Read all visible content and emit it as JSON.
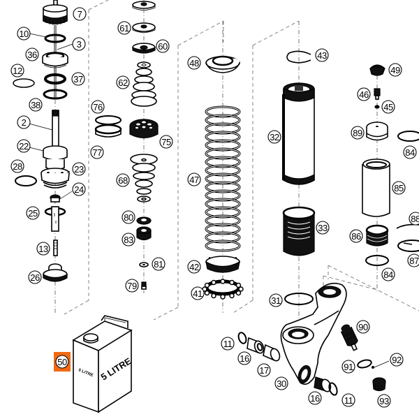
{
  "diagram": {
    "title": "Shock absorber exploded parts diagram",
    "highlight_color": "#f26a12",
    "highlighted_part": "50",
    "can_label_front": "5 LITRE",
    "can_label_side": "5 LITRE",
    "callouts": [
      {
        "id": "7",
        "label": "7"
      },
      {
        "id": "10",
        "label": "10"
      },
      {
        "id": "3",
        "label": "3"
      },
      {
        "id": "36",
        "label": "36"
      },
      {
        "id": "12",
        "label": "12"
      },
      {
        "id": "37",
        "label": "37"
      },
      {
        "id": "38",
        "label": "38"
      },
      {
        "id": "2",
        "label": "2"
      },
      {
        "id": "22",
        "label": "22"
      },
      {
        "id": "28",
        "label": "28"
      },
      {
        "id": "23",
        "label": "23"
      },
      {
        "id": "24",
        "label": "24"
      },
      {
        "id": "25",
        "label": "25"
      },
      {
        "id": "13",
        "label": "13"
      },
      {
        "id": "26",
        "label": "26"
      },
      {
        "id": "61",
        "label": "61"
      },
      {
        "id": "60",
        "label": "60"
      },
      {
        "id": "62",
        "label": "62"
      },
      {
        "id": "76",
        "label": "76"
      },
      {
        "id": "77",
        "label": "77"
      },
      {
        "id": "75",
        "label": "75"
      },
      {
        "id": "68",
        "label": "68"
      },
      {
        "id": "80",
        "label": "80"
      },
      {
        "id": "83",
        "label": "83"
      },
      {
        "id": "81",
        "label": "81"
      },
      {
        "id": "79",
        "label": "79"
      },
      {
        "id": "48",
        "label": "48"
      },
      {
        "id": "47",
        "label": "47"
      },
      {
        "id": "42",
        "label": "42"
      },
      {
        "id": "41",
        "label": "41"
      },
      {
        "id": "43",
        "label": "43"
      },
      {
        "id": "32",
        "label": "32"
      },
      {
        "id": "33",
        "label": "33"
      },
      {
        "id": "31",
        "label": "31"
      },
      {
        "id": "49",
        "label": "49"
      },
      {
        "id": "46",
        "label": "46"
      },
      {
        "id": "45",
        "label": "45"
      },
      {
        "id": "89",
        "label": "89"
      },
      {
        "id": "84a",
        "label": "84"
      },
      {
        "id": "85",
        "label": "85"
      },
      {
        "id": "88",
        "label": "88"
      },
      {
        "id": "86",
        "label": "86"
      },
      {
        "id": "87",
        "label": "87"
      },
      {
        "id": "84b",
        "label": "84"
      },
      {
        "id": "90",
        "label": "90"
      },
      {
        "id": "92",
        "label": "92"
      },
      {
        "id": "91",
        "label": "91"
      },
      {
        "id": "93",
        "label": "93"
      },
      {
        "id": "11a",
        "label": "11"
      },
      {
        "id": "16a",
        "label": "16"
      },
      {
        "id": "17",
        "label": "17"
      },
      {
        "id": "30",
        "label": "30"
      },
      {
        "id": "16b",
        "label": "16"
      },
      {
        "id": "11b",
        "label": "11"
      },
      {
        "id": "50",
        "label": "50"
      }
    ]
  }
}
